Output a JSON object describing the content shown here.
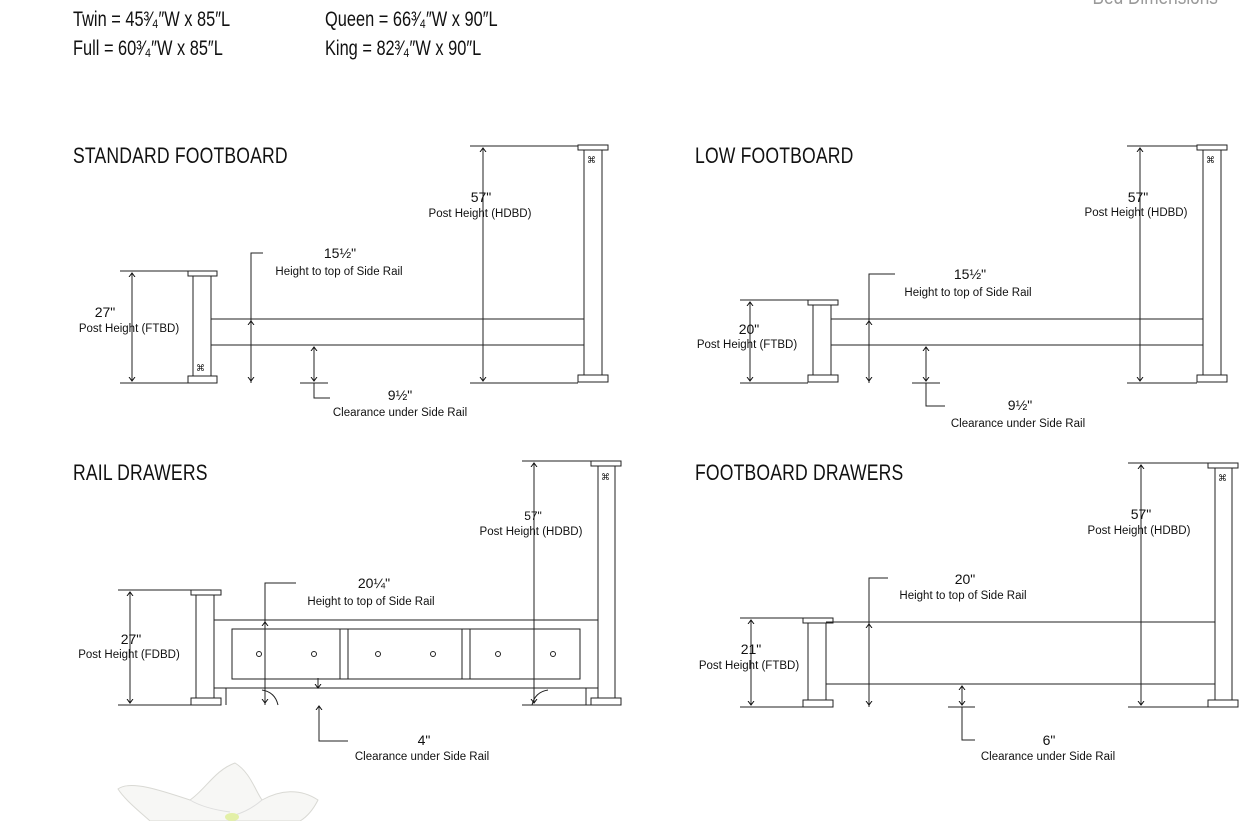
{
  "header": {
    "title": "Bed Dimensions"
  },
  "mattress_sizes": [
    {
      "id": "twin",
      "text": "Twin = 45³⁄₄″W x 85″L"
    },
    {
      "id": "full",
      "text": "Full = 60³⁄₄″W x 85″L"
    },
    {
      "id": "queen",
      "text": "Queen = 66³⁄₄″W x 90″L"
    },
    {
      "id": "king",
      "text": "King = 82³⁄₄″W x 90″L"
    }
  ],
  "sections": {
    "standard_footboard": {
      "title": "STANDARD FOOTBOARD",
      "post_hdbd_value": "57\"",
      "post_hdbd_label": "Post Height (HDBD)",
      "side_rail_value": "15½\"",
      "side_rail_label": "Height to top of Side Rail",
      "post_ft_value": "27\"",
      "post_ft_label": "Post Height (FTBD)",
      "clearance_value": "9½\"",
      "clearance_label": "Clearance under Side Rail"
    },
    "low_footboard": {
      "title": "LOW FOOTBOARD",
      "post_hdbd_value": "57\"",
      "post_hdbd_label": "Post Height (HDBD)",
      "side_rail_value": "15½\"",
      "side_rail_label": "Height to top of Side Rail",
      "post_ft_value": "20\"",
      "post_ft_label": "Post Height (FTBD)",
      "clearance_value": "9½\"",
      "clearance_label": "Clearance under Side Rail"
    },
    "rail_drawers": {
      "title": "RAIL DRAWERS",
      "post_hdbd_value": "57\"",
      "post_hdbd_label": "Post Height (HDBD)",
      "side_rail_value": "20¼\"",
      "side_rail_label": "Height to top of Side Rail",
      "post_ft_value": "27\"",
      "post_ft_label": "Post Height (FDBD)",
      "clearance_value": "4\"",
      "clearance_label": "Clearance under Side Rail"
    },
    "footboard_drawers": {
      "title": "FOOTBOARD DRAWERS",
      "post_hdbd_value": "57\"",
      "post_hdbd_label": "Post Height (HDBD)",
      "side_rail_value": "20\"",
      "side_rail_label": "Height to top of Side Rail",
      "post_ft_value": "21\"",
      "post_ft_label": "Post Height (FTBD)",
      "clearance_value": "6\"",
      "clearance_label": "Clearance under Side Rail"
    }
  },
  "icons": {
    "flower": "white-flower-image"
  }
}
